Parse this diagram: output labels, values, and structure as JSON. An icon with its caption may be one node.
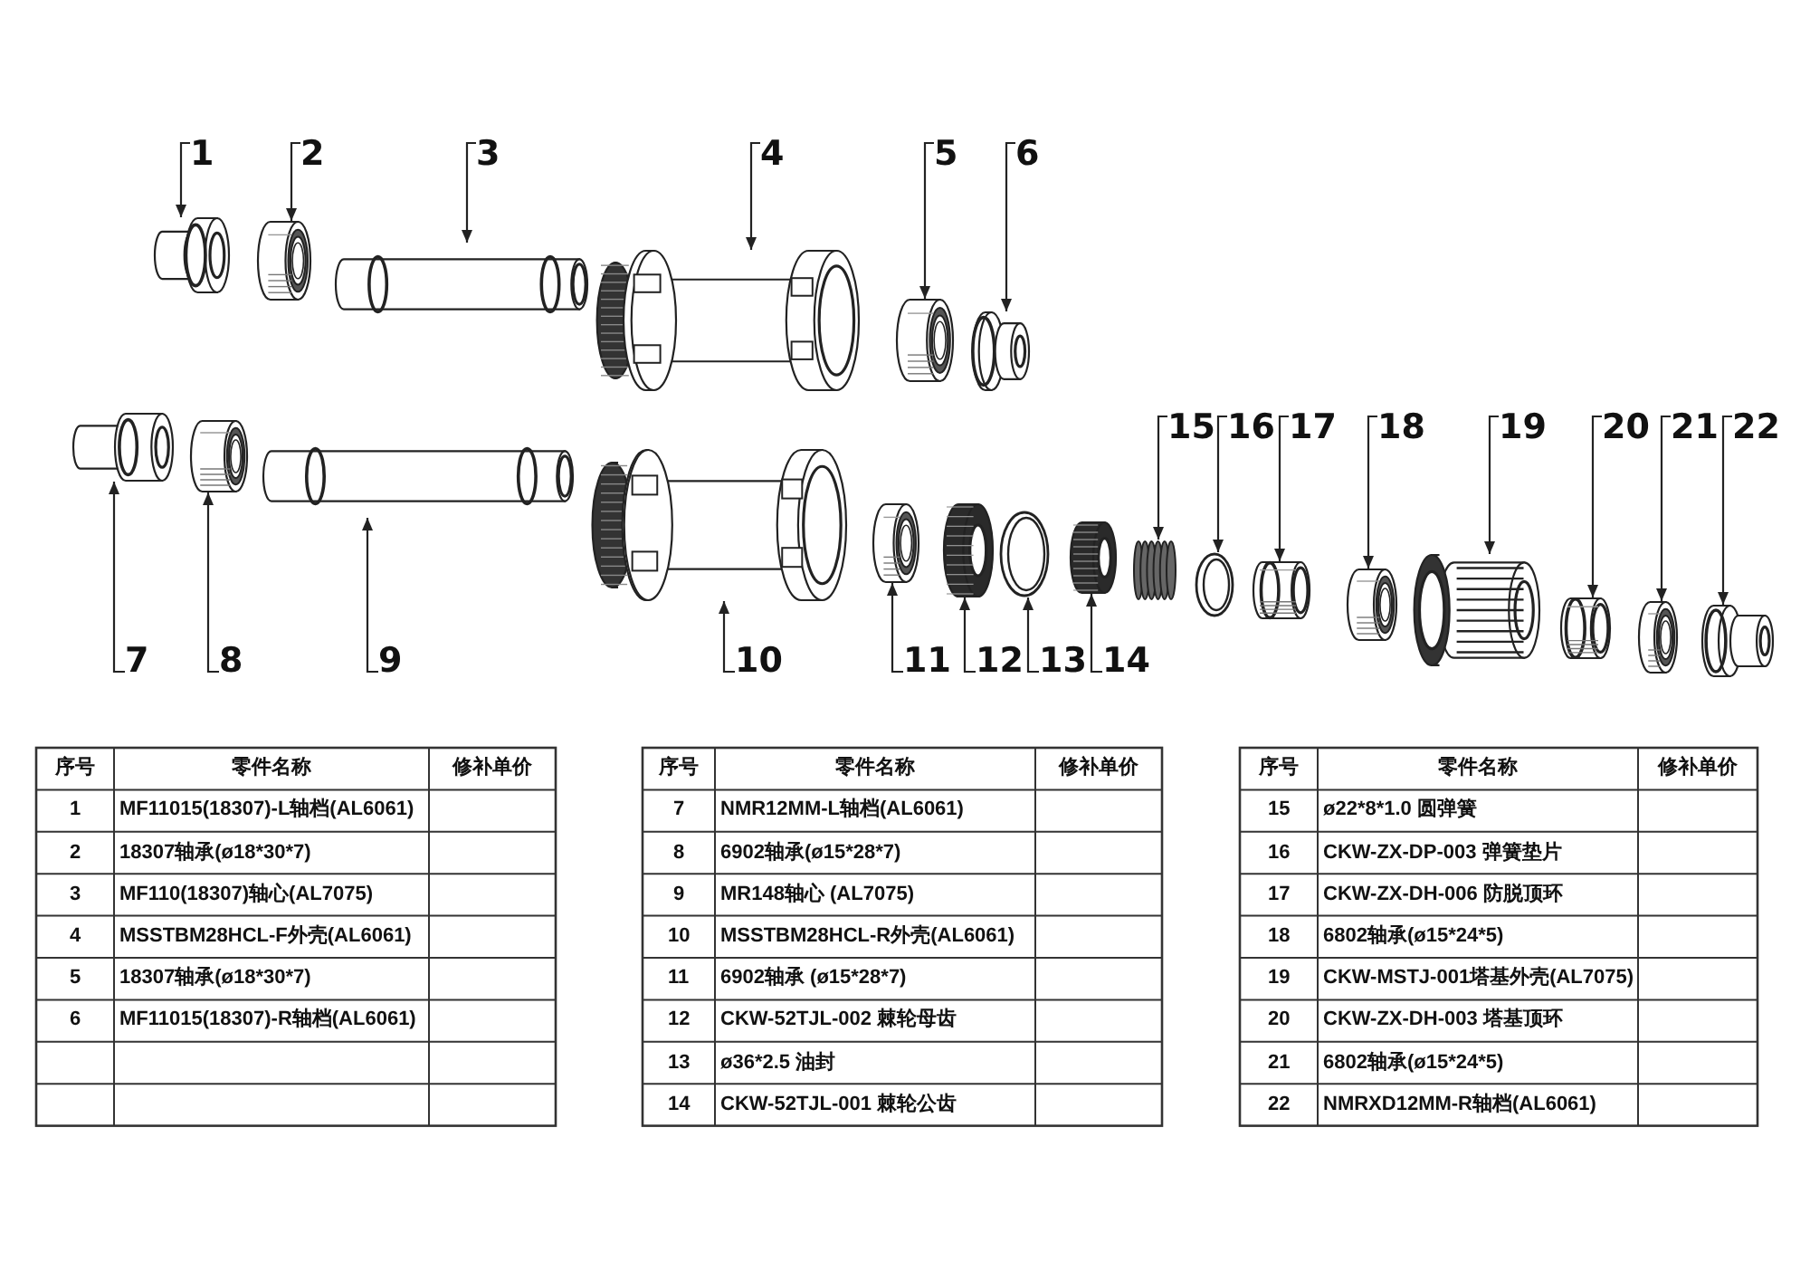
{
  "diagram": {
    "nodes": [
      {
        "text": [
          "1"
        ]
      },
      {
        "text": [
          "2"
        ]
      },
      {
        "text": [
          "3"
        ]
      },
      {
        "text": [
          "4"
        ]
      },
      {
        "text": [
          "5"
        ]
      },
      {
        "text": [
          "6"
        ]
      },
      {
        "text": [
          "7"
        ]
      },
      {
        "text": [
          "8"
        ]
      },
      {
        "text": [
          "9"
        ]
      },
      {
        "text": [
          "10"
        ]
      },
      {
        "text": [
          "11"
        ]
      },
      {
        "text": [
          "12"
        ]
      },
      {
        "text": [
          "13"
        ]
      },
      {
        "text": [
          "14"
        ]
      },
      {
        "text": [
          "15"
        ]
      },
      {
        "text": [
          "16"
        ]
      },
      {
        "text": [
          "17"
        ]
      },
      {
        "text": [
          "18"
        ]
      },
      {
        "text": [
          "19"
        ]
      },
      {
        "text": [
          "20"
        ]
      },
      {
        "text": [
          "21"
        ]
      },
      {
        "text": [
          "22"
        ]
      },
      {
        "text": [],
        "shape": "picture"
      },
      {
        "text": [],
        "shape": "picture"
      },
      {
        "text": [],
        "shape": "picture"
      },
      {
        "text": [],
        "shape": "picture"
      },
      {
        "text": [],
        "shape": "picture"
      },
      {
        "text": [],
        "shape": "picture"
      },
      {
        "text": [],
        "shape": "picture"
      },
      {
        "text": [],
        "shape": "picture"
      },
      {
        "text": [],
        "shape": "picture"
      },
      {
        "text": [],
        "shape": "picture"
      },
      {
        "text": [],
        "shape": "picture"
      },
      {
        "text": [],
        "shape": "picture"
      },
      {
        "text": [],
        "shape": "picture"
      },
      {
        "text": [],
        "shape": "picture"
      },
      {
        "text": [],
        "shape": "picture"
      },
      {
        "text": [],
        "shape": "picture"
      },
      {
        "text": [],
        "shape": "picture"
      },
      {
        "text": [],
        "shape": "picture"
      },
      {
        "text": [],
        "shape": "picture"
      },
      {
        "text": [],
        "shape": "picture"
      },
      {
        "text": [],
        "shape": "picture"
      },
      {
        "text": [],
        "shape": "picture"
      }
    ],
    "edges": [
      {
        "from": 0,
        "to": 22,
        "arrow": "to"
      },
      {
        "from": 1,
        "to": 23,
        "arrow": "to"
      },
      {
        "from": 2,
        "to": 24,
        "arrow": "to"
      },
      {
        "from": 3,
        "to": 25,
        "arrow": "to"
      },
      {
        "from": 4,
        "to": 26,
        "arrow": "to"
      },
      {
        "from": 5,
        "to": 27,
        "arrow": "to"
      },
      {
        "from": 6,
        "to": 28,
        "arrow": "to"
      },
      {
        "from": 7,
        "to": 29,
        "arrow": "to"
      },
      {
        "from": 8,
        "to": 30,
        "arrow": "to"
      },
      {
        "from": 9,
        "to": 31,
        "arrow": "to"
      },
      {
        "from": 10,
        "to": 32,
        "arrow": "to"
      },
      {
        "from": 11,
        "to": 33,
        "arrow": "to"
      },
      {
        "from": 12,
        "to": 34,
        "arrow": "to"
      },
      {
        "from": 13,
        "to": 35,
        "arrow": "to"
      },
      {
        "from": 14,
        "to": 36,
        "arrow": "to"
      },
      {
        "from": 15,
        "to": 37,
        "arrow": "to"
      },
      {
        "from": 16,
        "to": 38,
        "arrow": "to"
      },
      {
        "from": 17,
        "to": 39,
        "arrow": "to"
      },
      {
        "from": 18,
        "to": 40,
        "arrow": "to"
      },
      {
        "from": 19,
        "to": 41,
        "arrow": "to"
      },
      {
        "from": 20,
        "to": 42,
        "arrow": "to"
      },
      {
        "from": 21,
        "to": 43,
        "arrow": "to"
      }
    ],
    "labels": [
      "序号",
      "零件名称",
      "修补单价",
      "1",
      "MF11015(18307)-L轴档(AL6061)",
      "2",
      "18307轴承(ø18*30*7)",
      "3",
      "MF110(18307)轴心(AL7075)",
      "4",
      "MSSTBM28HCL-F外壳(AL6061)",
      "5",
      "18307轴承(ø18*30*7)",
      "6",
      "MF11015(18307)-R轴档(AL6061)",
      "序号",
      "零件名称",
      "修补单价",
      "7",
      "NMR12MM-L轴档(AL6061)",
      "8",
      "6902轴承(ø15*28*7)",
      "9",
      "MR148轴心 (AL7075)",
      "10",
      "MSSTBM28HCL-R外壳(AL6061)",
      "11",
      "6902轴承 (ø15*28*7)",
      "12",
      "CKW-52TJL-002 棘轮母齿",
      "13",
      "ø36*2.5 油封",
      "14",
      "CKW-52TJL-001 棘轮公齿",
      "序号",
      "零件名称",
      "修补单价",
      "15",
      "ø22*8*1.0 圆弹簧",
      "16",
      "CKW-ZX-DP-003 弹簧垫片",
      "17",
      "CKW-ZX-DH-006 防脱顶环",
      "18",
      "6802轴承(ø15*24*5)",
      "19",
      "CKW-MSTJ-001塔基外壳(AL7075)",
      "20",
      "CKW-ZX-DH-003 塔基顶环",
      "21",
      "6802轴承(ø15*24*5)",
      "22",
      "NMRXD12MM-R轴档(AL6061)"
    ]
  }
}
